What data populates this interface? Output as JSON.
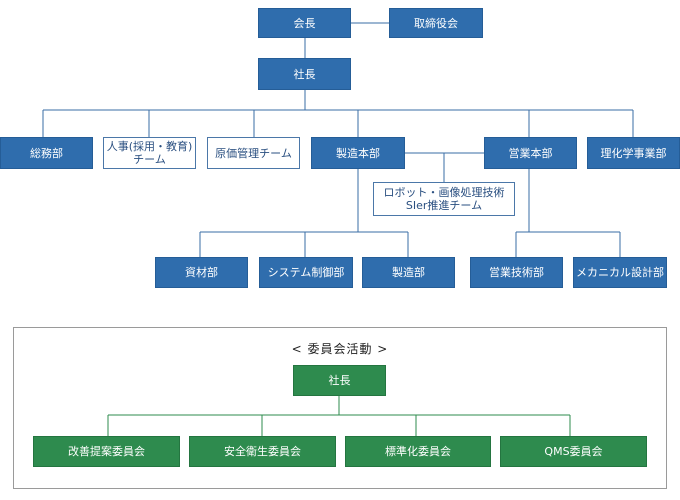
{
  "colors": {
    "blue": "#2f6dad",
    "line_blue": "#3a6ea5",
    "green": "#2e8b4e",
    "line_green": "#2e8b4e"
  },
  "org": {
    "chairman": "会長",
    "board": "取締役会",
    "president": "社長",
    "general_affairs": "総務部",
    "hr": "人事(採用・教育)\nチーム",
    "cost_mgmt": "原価管理チーム",
    "manufacturing_hq": "製造本部",
    "sales_hq": "営業本部",
    "rikagaku": "理化学事業部",
    "robot_team": "ロボット・画像処理技術\nSIer推進チーム",
    "materials": "資材部",
    "system_control": "システム制御部",
    "manufacturing": "製造部",
    "sales_tech": "営業技術部",
    "mechanical_design": "メカニカル設計部"
  },
  "committee": {
    "title": "< 委員会活動 >",
    "president": "社長",
    "kaizen": "改善提案委員会",
    "safety": "安全衛生委員会",
    "standardization": "標準化委員会",
    "qms": "QMS委員会"
  }
}
